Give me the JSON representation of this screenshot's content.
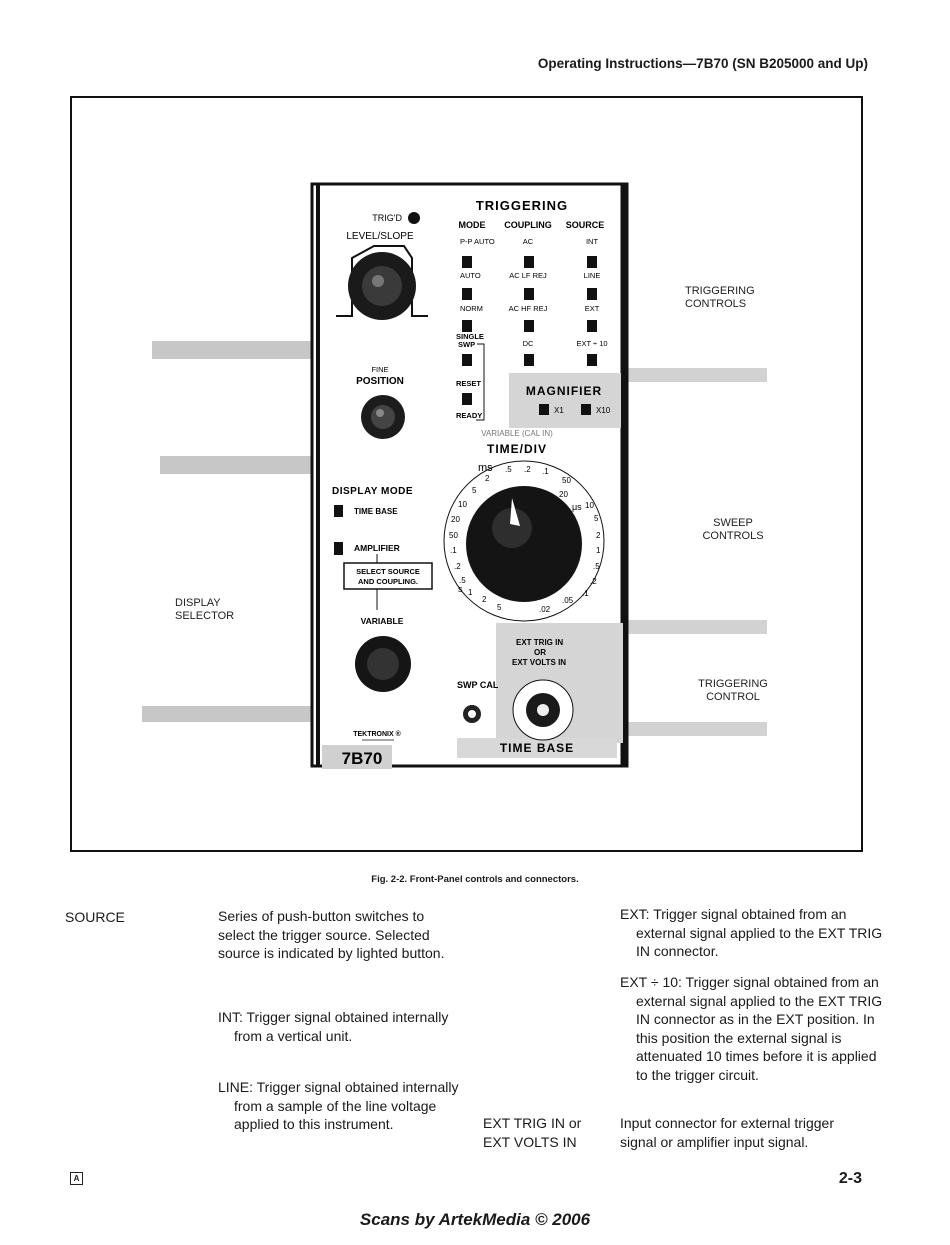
{
  "header": {
    "title": "Operating Instructions—7B70 (SN B205000 and Up)"
  },
  "figure": {
    "triggering_title": "TRIGGERING",
    "trigd": "TRIG'D",
    "level_slope": "LEVEL/SLOPE",
    "mode": "MODE",
    "coupling": "COUPLING",
    "source": "SOURCE",
    "pp_auto": "P-P AUTO",
    "ac": "AC",
    "int": "INT",
    "auto": "AUTO",
    "ac_lf_rej": "AC LF REJ",
    "line": "LINE",
    "norm": "NORM",
    "ac_hf_rej": "AC HF REJ",
    "ext": "EXT",
    "single": "SINGLE",
    "swp": "SWP",
    "dc": "DC",
    "ext10": "EXT ÷ 10",
    "reset": "RESET",
    "ready": "READY",
    "fine": "FINE",
    "position": "POSITION",
    "magnifier": "MAGNIFIER",
    "x1": "X1",
    "x10": "X10",
    "variable_cal": "VARIABLE (CAL IN)",
    "time_div": "TIME/DIV",
    "display_mode": "DISPLAY MODE",
    "time_base_btn": "TIME BASE",
    "amplifier": "AMPLIFIER",
    "select_source1": "SELECT SOURCE",
    "select_source2": "AND COUPLING.",
    "variable": "VARIABLE",
    "ext_trig_in": "EXT TRIG IN",
    "or": "OR",
    "ext_volts_in": "EXT VOLTS IN",
    "swp_cal": "SWP CAL",
    "tektronix": "TEKTRONIX ®",
    "model": "7B70",
    "time_base": "TIME BASE",
    "ms": "ms",
    "us": "μs",
    "s": "s",
    "dial_left": [
      "2",
      "5",
      "10",
      "20",
      "50",
      ".1",
      ".2",
      ".5",
      "1"
    ],
    "dial_top": [
      ".5",
      ".2",
      ".1"
    ],
    "dial_right": [
      "50",
      "20",
      "10",
      "5",
      "2",
      "1",
      ".5",
      ".2",
      ".1"
    ],
    "dial_bottom": [
      "2",
      "5",
      ".02",
      ".05"
    ],
    "callout_trig_controls_1": "TRIGGERING",
    "callout_trig_controls_2": "CONTROLS",
    "callout_sweep_1": "SWEEP",
    "callout_sweep_2": "CONTROLS",
    "callout_trig_control_1": "TRIGGERING",
    "callout_trig_control_2": "CONTROL",
    "callout_display_1": "DISPLAY",
    "callout_display_2": "SELECTOR"
  },
  "caption": "Fig. 2-2.  Front-Panel controls and connectors.",
  "table": {
    "source_term": "SOURCE",
    "source_desc": "Series of push-button switches to select the trigger source. Selected source is indicated by lighted button.",
    "int_desc": "INT: Trigger signal obtained internally from a vertical unit.",
    "line_desc": "LINE: Trigger signal obtained internally from a sample of the line voltage applied to this instrument.",
    "ext_desc": "EXT: Trigger signal obtained from an external signal applied to the EXT TRIG IN connector.",
    "ext10_desc": "EXT ÷ 10: Trigger signal obtained from an external signal applied to the EXT TRIG IN connector as in the EXT position. In this position the external signal is attenuated 10 times before it is applied to the trigger circuit.",
    "ext_trig_term_1": "EXT TRIG IN or",
    "ext_trig_term_2": "EXT VOLTS IN",
    "ext_trig_desc": "Input connector for external trigger signal or amplifier input signal."
  },
  "page_number": "2-3",
  "corner_mark": "A",
  "footer": "Scans by ArtekMedia © 2006"
}
